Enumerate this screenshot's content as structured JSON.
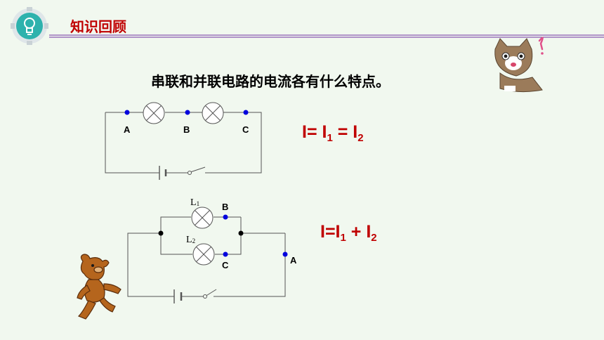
{
  "header": {
    "title": "知识回顾"
  },
  "question": "串联和并联电路的电流各有什么特点。",
  "series_circuit": {
    "points": [
      "A",
      "B",
      "C"
    ],
    "formula": {
      "main": "I= I",
      "sub1": "1",
      "eq": " = I",
      "sub2": "2"
    }
  },
  "parallel_circuit": {
    "lamp1": {
      "main": "L",
      "sub": "1"
    },
    "lamp2": {
      "main": "L",
      "sub": "2"
    },
    "points": [
      "B",
      "C",
      "A"
    ],
    "formula": {
      "main": "I=I",
      "sub1": "1",
      "plus": " + I",
      "sub2": "2"
    }
  },
  "colors": {
    "accent": "#c00000",
    "node": "#0000dd",
    "header_line": "#7030a0",
    "badge": "#2eb2ad"
  }
}
